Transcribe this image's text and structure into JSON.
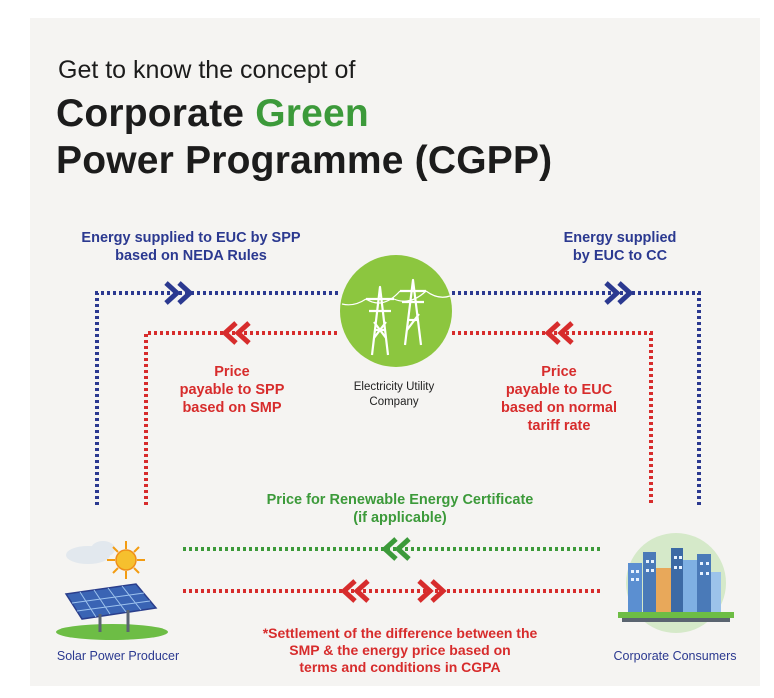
{
  "header": {
    "subtitle": "Get to know the concept of",
    "title_part1": "Corporate ",
    "title_green": "Green",
    "title_line2": "Power Programme (CGPP)"
  },
  "flows": {
    "spp_to_euc": [
      "Energy supplied to EUC by SPP",
      "based on NEDA Rules"
    ],
    "euc_to_cc": [
      "Energy supplied",
      "by EUC to CC"
    ],
    "price_to_spp": [
      "Price",
      "payable to SPP",
      "based on SMP"
    ],
    "price_to_euc": [
      "Price",
      "payable to EUC",
      "based on normal",
      "tariff rate"
    ],
    "rec": [
      "Price for Renewable Energy Certificate",
      "(if applicable)"
    ],
    "settlement": [
      "*Settlement of the difference between the",
      "SMP & the energy price based on",
      "terms and conditions in CGPA"
    ]
  },
  "nodes": {
    "euc": [
      "Electricity Utility",
      "Company"
    ],
    "spp": "Solar Power Producer",
    "cc": "Corporate Consumers"
  },
  "colors": {
    "blue": "#2b3990",
    "red": "#d72c2c",
    "green": "#3c9a3a",
    "euc_circle": "#8cc63f"
  },
  "icons": [
    "transmission-tower-icon",
    "solar-panel-icon",
    "sun-icon",
    "city-buildings-icon"
  ]
}
